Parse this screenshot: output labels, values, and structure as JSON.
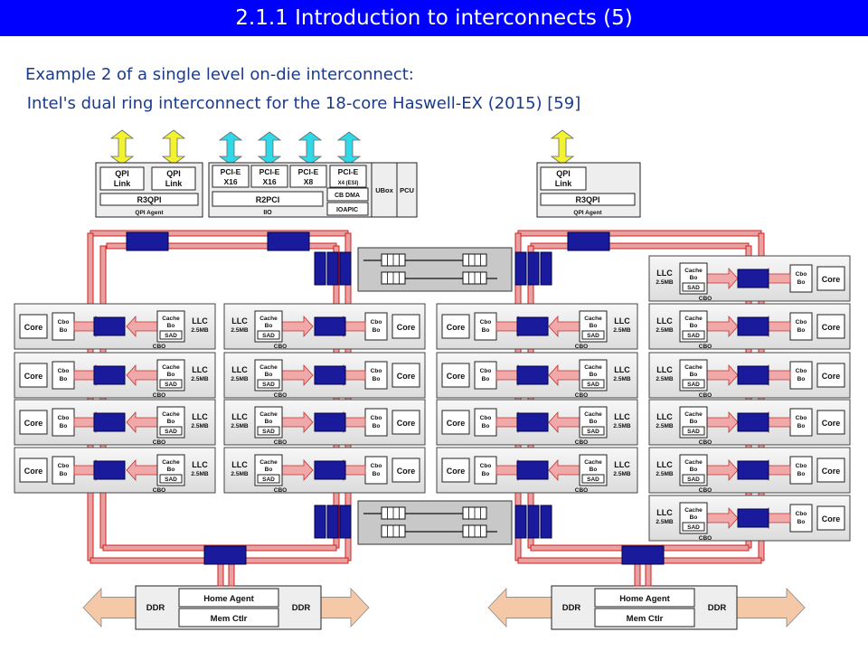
{
  "slide": {
    "title": "2.1.1 Introduction to interconnects (5)",
    "line1": "Example 2 of a single level on-die interconnect:",
    "line2": " Intel's dual ring interconnect for the 18-core Haswell-EX (2015) [59]"
  },
  "colors": {
    "title_bg": "#0000ff",
    "title_text": "#ffffff",
    "subtitle_text": "#1a3a8c",
    "ring": "#e8a0a0",
    "ring_edge": "#d02020",
    "stop": "#1a1a9c",
    "qpi_arrow": "#f2f230",
    "pcie_arrow": "#30d8e8",
    "ddr_arrow": "#f5c9a8",
    "block": "#eeeeee",
    "switch": "#c8c8c8"
  },
  "diagram": {
    "qpi_block_1": {
      "link_a": [
        "QPI",
        "Link"
      ],
      "link_b": [
        "QPI",
        "Link"
      ],
      "r3qpi": "R3QPI",
      "agent": "QPI Agent"
    },
    "io_block": {
      "ports": [
        [
          "PCI-E",
          "X16"
        ],
        [
          "PCI-E",
          "X16"
        ],
        [
          "PCI-E",
          "X8"
        ],
        [
          "PCI-E",
          "X4 (ESI)"
        ]
      ],
      "r2pci": "R2PCI",
      "iio": "IIO",
      "cb_dma": "CB DMA",
      "ioapic": "IOAPIC",
      "ubox": "UBox",
      "pcu": "PCU"
    },
    "qpi_block_2": {
      "link": [
        "QPI",
        "Link"
      ],
      "r3qpi": "R3QPI",
      "agent": "QPI Agent"
    },
    "core_labels": {
      "core": "Core",
      "cbo_box": [
        "Cbo",
        "Bo"
      ],
      "cache_box": [
        "Cache",
        "Bo",
        "SAD"
      ],
      "llc": [
        "LLC",
        "2.5MB"
      ],
      "cbo": "CBO"
    },
    "mem_block": {
      "ddr": "DDR",
      "home_agent": "Home Agent",
      "mem_ctlr": "Mem Ctlr"
    }
  }
}
